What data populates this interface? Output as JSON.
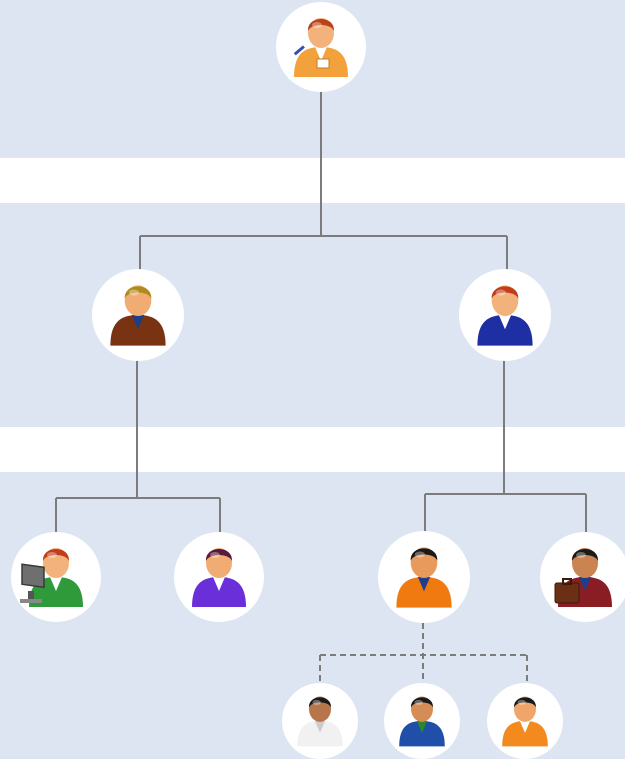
{
  "palette": {
    "band_blue": "#dce5f1",
    "band_white": "#ffffff",
    "connector": "#7c7c7c"
  },
  "nodes": [
    {
      "id": "root",
      "icon": "female-writer-person-icon",
      "level": 0,
      "colors": {
        "skin": "#f3b27b",
        "hair": "#b8431b",
        "shirt": "#f2a13b",
        "accent": "#ffffff"
      }
    },
    {
      "id": "mgr-left",
      "icon": "male-brown-suit-person-icon",
      "level": 1,
      "parent": "root",
      "colors": {
        "skin": "#f1ac73",
        "hair": "#b08a1c",
        "shirt": "#7a3312",
        "accent": "#1e3e8a"
      }
    },
    {
      "id": "mgr-right",
      "icon": "female-blue-suit-person-icon",
      "level": 1,
      "parent": "root",
      "colors": {
        "skin": "#f3b27b",
        "hair": "#c23d1a",
        "shirt": "#1d2fa3",
        "accent": "#ffffff"
      }
    },
    {
      "id": "staff-1",
      "icon": "computer-user-person-icon",
      "level": 2,
      "parent": "mgr-left",
      "colors": {
        "skin": "#f3b27b",
        "hair": "#c23d1a",
        "shirt": "#2e9a3a",
        "accent": "#ffffff"
      }
    },
    {
      "id": "staff-2",
      "icon": "female-purple-person-icon",
      "level": 2,
      "parent": "mgr-left",
      "colors": {
        "skin": "#f1ac73",
        "hair": "#5a1b3a",
        "shirt": "#6a2fd9",
        "accent": "#ffffff"
      }
    },
    {
      "id": "staff-3",
      "icon": "male-orange-suit-person-icon",
      "level": 2,
      "parent": "mgr-right",
      "colors": {
        "skin": "#e89a5c",
        "hair": "#1a1a1a",
        "shirt": "#f07a10",
        "accent": "#1e3e8a"
      }
    },
    {
      "id": "staff-4",
      "icon": "businessman-briefcase-person-icon",
      "level": 2,
      "parent": "mgr-right",
      "colors": {
        "skin": "#c98452",
        "hair": "#1a1a1a",
        "shirt": "#8a1d24",
        "accent": "#1e3e8a"
      }
    },
    {
      "id": "sub-1",
      "icon": "male-white-shirt-person-icon",
      "level": 3,
      "parent": "staff-3",
      "colors": {
        "skin": "#b6754a",
        "hair": "#1a1a1a",
        "shirt": "#f1f1f1",
        "accent": "#cccccc"
      }
    },
    {
      "id": "sub-2",
      "icon": "male-blue-suit-person-icon",
      "level": 3,
      "parent": "staff-3",
      "colors": {
        "skin": "#d58d55",
        "hair": "#1a1a1a",
        "shirt": "#1f4fa8",
        "accent": "#2a8a2a"
      }
    },
    {
      "id": "sub-3",
      "icon": "male-orange-shirt-person-icon",
      "level": 3,
      "parent": "staff-3",
      "colors": {
        "skin": "#f0a66a",
        "hair": "#1a1a1a",
        "shirt": "#f28a1e",
        "accent": "#ffffff"
      }
    }
  ]
}
